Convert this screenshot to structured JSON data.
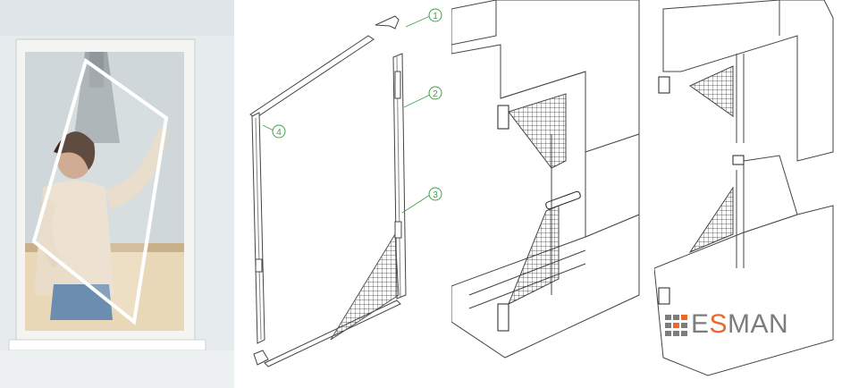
{
  "callouts": [
    {
      "label": "1"
    },
    {
      "label": "2"
    },
    {
      "label": "3"
    },
    {
      "label": "4"
    }
  ],
  "logo": {
    "part1": "E",
    "part2": "S",
    "part3": "MAN"
  },
  "colors": {
    "callout_green": "#3fa04a",
    "logo_gray": "#7d7d7d",
    "logo_orange": "#e9692c"
  }
}
